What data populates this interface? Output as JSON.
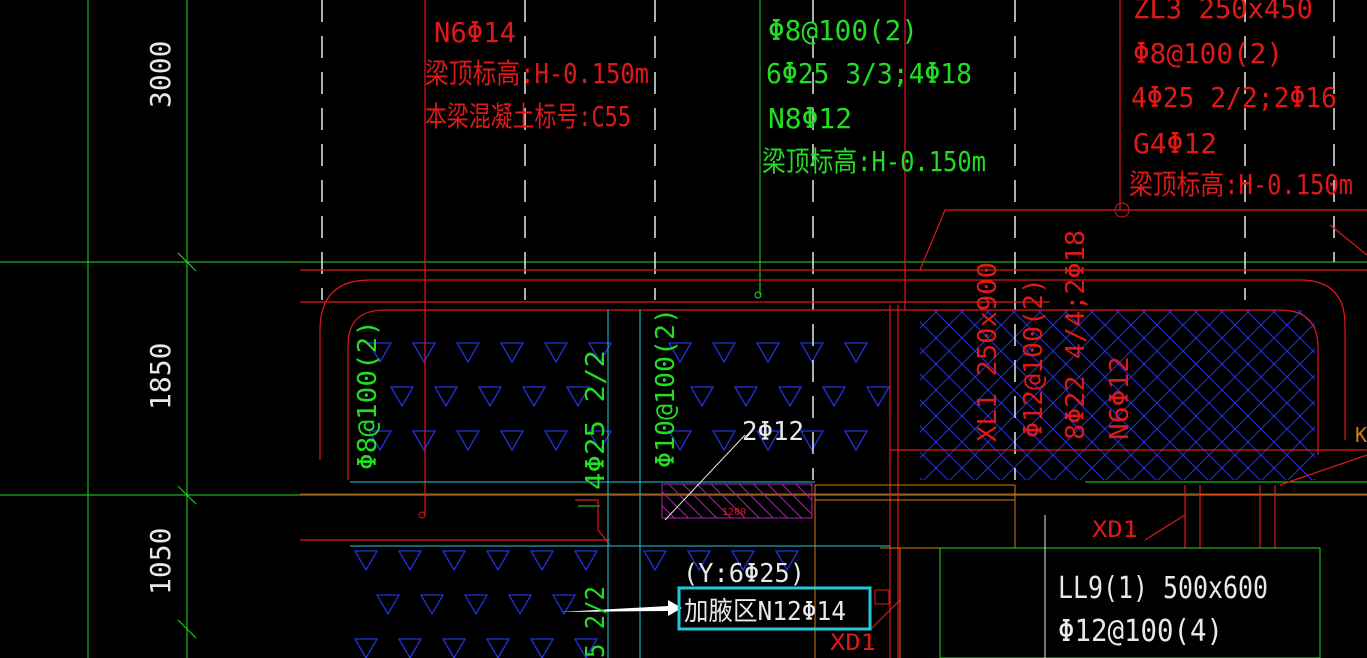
{
  "colors": {
    "background": "#000000",
    "red": "#e01818",
    "green": "#22dd22",
    "blue": "#2233dd",
    "cyan": "#22c8d8",
    "white": "#ffffff",
    "magenta": "#b020b0",
    "orange": "#d87810"
  },
  "dims": {
    "d1": "3000",
    "d2": "1850",
    "d3": "1050"
  },
  "beam_left": {
    "l1": "N6Φ14",
    "l2": "梁顶标高:H-0.150m",
    "l3": "本梁混凝土标号:C55"
  },
  "beam_mid": {
    "l1": "Φ8@100(2)",
    "l2": "6Φ25 3/3;4Φ18",
    "l3": "N8Φ12",
    "l4": "梁顶标高:H-0.150m"
  },
  "beam_right": {
    "l1": "ZL3 250x450",
    "l2": "Φ8@100(2)",
    "l3": "4Φ25 2/2;2Φ16",
    "l4": "G4Φ12",
    "l5": "梁顶标高:H-0.150m"
  },
  "vertical_labels": {
    "v1": "Φ8@100(2)",
    "v2": "4Φ25 2/2",
    "v3": "Φ10@100(2)",
    "v4": "5 2/2",
    "xl1_a": "XL1 250x900",
    "xl1_b": "Φ12@100(2)",
    "xl1_c": "8Φ22 4/4;2Φ18",
    "xl1_d": "N6Φ12"
  },
  "small_labels": {
    "rebar": "2Φ12",
    "len": "1200",
    "y_note": "(Y:6Φ25)",
    "haunch": "加腋区N12Φ14",
    "xd1_a": "XD1",
    "xd1_b": "XD1",
    "k": "K"
  },
  "ll9": {
    "l1": "LL9(1) 500x600",
    "l2": "Φ12@100(4)"
  }
}
